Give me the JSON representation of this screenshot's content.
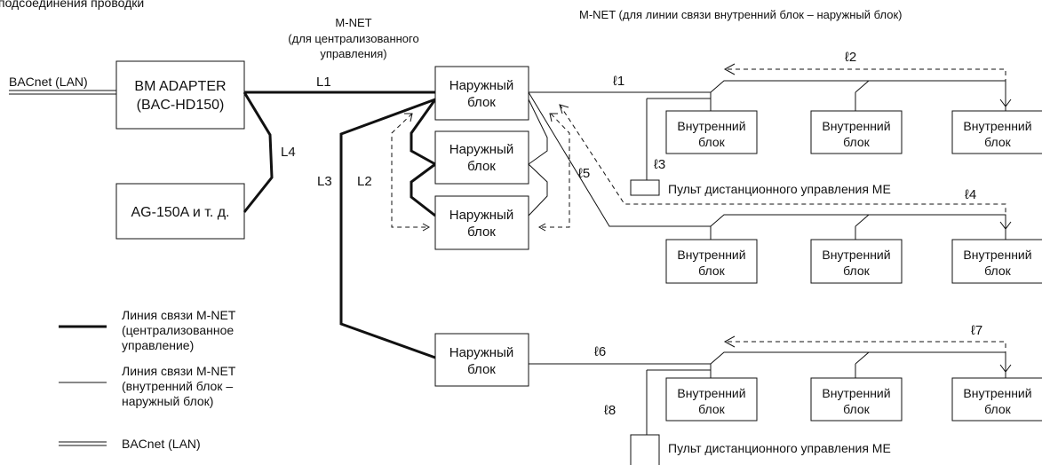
{
  "header": {
    "title": "подсоединения проводки",
    "mnet_outdoor_label": "M-NET (для линии связи внутренний блок – наружный блок)",
    "mnet_central_label": [
      "M-NET",
      "(для централизованного",
      "управления)"
    ]
  },
  "devices": {
    "bacnet_lan": "BACnet (LAN)",
    "bm_adapter": [
      "BM ADAPTER",
      "(BAC-HD150)"
    ],
    "ag150a": "AG-150A и т. д."
  },
  "outdoor_unit": [
    "Наружный",
    "блок"
  ],
  "indoor_unit": [
    "Внутренний",
    "блок"
  ],
  "remote_controller": "Пульт дистанционного управления ME",
  "line_labels": {
    "L1": "L1",
    "L2": "L2",
    "L3": "L3",
    "L4": "L4",
    "l1": "ℓ1",
    "l2": "ℓ2",
    "l3": "ℓ3",
    "l4": "ℓ4",
    "l5": "ℓ5",
    "l6": "ℓ6",
    "l7": "ℓ7",
    "l8": "ℓ8"
  },
  "legend": {
    "central": [
      "Линия связи M-NET",
      "(централизованное",
      "управление)"
    ],
    "indoor_outdoor": [
      "Линия связи M-NET",
      "(внутренний блок –",
      "наружный блок)"
    ],
    "bacnet": "BACnet (LAN)"
  }
}
